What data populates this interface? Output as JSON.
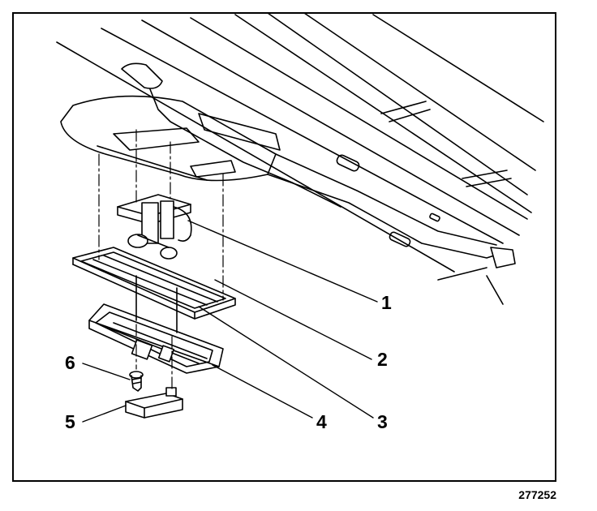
{
  "figure_number": "277252",
  "callouts": [
    {
      "id": "1",
      "label": "1",
      "part": "part-1"
    },
    {
      "id": "2",
      "label": "2",
      "part": "part-2"
    },
    {
      "id": "3",
      "label": "3",
      "part": "part-3"
    },
    {
      "id": "4",
      "label": "4",
      "part": "part-4"
    },
    {
      "id": "5",
      "label": "5",
      "part": "part-5"
    },
    {
      "id": "6",
      "label": "6",
      "part": "part-6"
    }
  ],
  "colors": {
    "ink": "#000000",
    "paper": "#ffffff"
  }
}
